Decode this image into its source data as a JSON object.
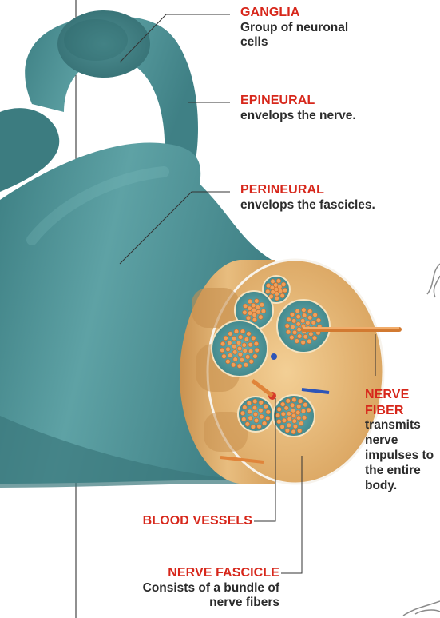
{
  "colors": {
    "label_red": "#d7271b",
    "text_dark": "#2b2b2b",
    "nerve_teal": "#4f9397",
    "sheath_tan": "#e6b77a",
    "fascicle_teal": "#58a2a6",
    "fiber_orange": "#e0843a",
    "leader_line": "#333333"
  },
  "labels": {
    "ganglia": {
      "title": "GANGLIA",
      "desc": "Group of neuronal cells"
    },
    "epineural": {
      "title": "EPINEURAL",
      "desc": "envelops the nerve."
    },
    "perineural": {
      "title": "PERINEURAL",
      "desc": "envelops the fascicles."
    },
    "nerve_fiber": {
      "title_line1": "NERVE",
      "title_line2": "FIBER",
      "desc": "transmits nerve impulses to the entire body."
    },
    "blood_vessels": {
      "title": "BLOOD VESSELS"
    },
    "nerve_fascicle": {
      "title": "NERVE FASCICLE",
      "desc": "Consists of a bundle of nerve fibers"
    }
  }
}
